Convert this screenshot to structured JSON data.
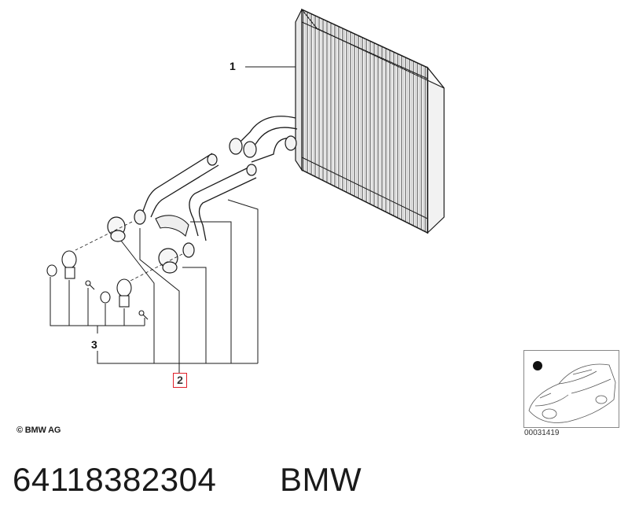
{
  "callouts": {
    "part_1": "1",
    "part_2": "2",
    "part_3": "3"
  },
  "copyright": "© BMW AG",
  "thumbnail": {
    "diagram_number": "00031419",
    "marker_icon": "black-dot",
    "car_icon": "car-outline"
  },
  "part_number": "64118382304",
  "brand": "BMW",
  "colors": {
    "line": "#1a1a1a",
    "highlight_border": "#e0202a",
    "background": "#ffffff"
  }
}
